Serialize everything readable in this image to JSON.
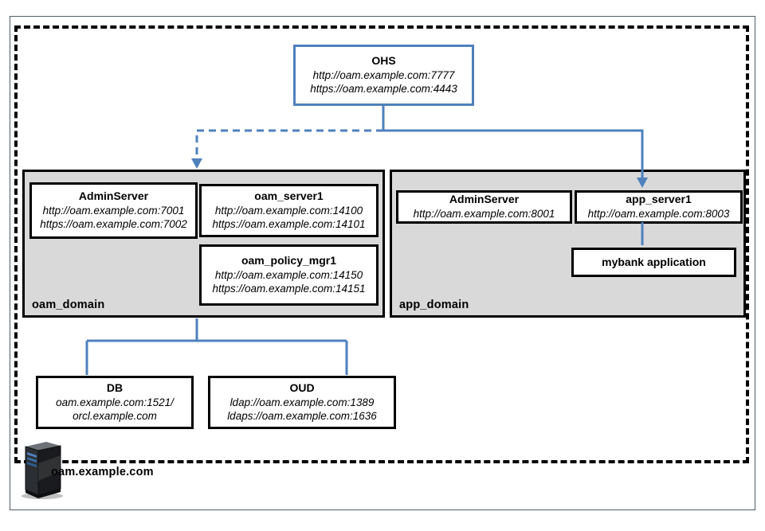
{
  "host": {
    "label": "oam.example.com"
  },
  "colors": {
    "connector_blue": "#4f81bd",
    "domain_fill": "#d9d9d9",
    "box_border": "#000000"
  },
  "nodes": {
    "ohs": {
      "title": "OHS",
      "lines": [
        "http://oam.example.com:7777",
        "https://oam.example.com:4443"
      ]
    },
    "oam_domain": {
      "label": "oam_domain"
    },
    "oam_admin": {
      "title": "AdminServer",
      "lines": [
        "http://oam.example.com:7001",
        "https://oam.example.com:7002"
      ]
    },
    "oam_server1": {
      "title": "oam_server1",
      "lines": [
        "http://oam.example.com:14100",
        "https://oam.example.com:14101"
      ]
    },
    "oam_policy_mgr1": {
      "title": "oam_policy_mgr1",
      "lines": [
        "http://oam.example.com:14150",
        "https://oam.example.com:14151"
      ]
    },
    "app_domain": {
      "label": "app_domain"
    },
    "app_admin": {
      "title": "AdminServer",
      "lines": [
        "http://oam.example.com:8001"
      ]
    },
    "app_server1": {
      "title": "app_server1",
      "lines": [
        "http://oam.example.com:8003"
      ]
    },
    "mybank": {
      "title": "mybank application"
    },
    "db": {
      "title": "DB",
      "lines": [
        "oam.example.com:1521/",
        "orcl.example.com"
      ]
    },
    "oud": {
      "title": "OUD",
      "lines": [
        "ldap://oam.example.com:1389",
        "ldaps://oam.example.com:1636"
      ]
    }
  },
  "edges": [
    {
      "from": "OHS",
      "to": "oam_domain",
      "style": "dashed-arrow"
    },
    {
      "from": "OHS",
      "to": "app_server1",
      "style": "solid-arrow"
    },
    {
      "from": "app_server1",
      "to": "mybank application",
      "style": "solid"
    },
    {
      "from": "oam_domain",
      "to": "DB",
      "style": "solid"
    },
    {
      "from": "oam_domain",
      "to": "OUD",
      "style": "solid"
    }
  ]
}
